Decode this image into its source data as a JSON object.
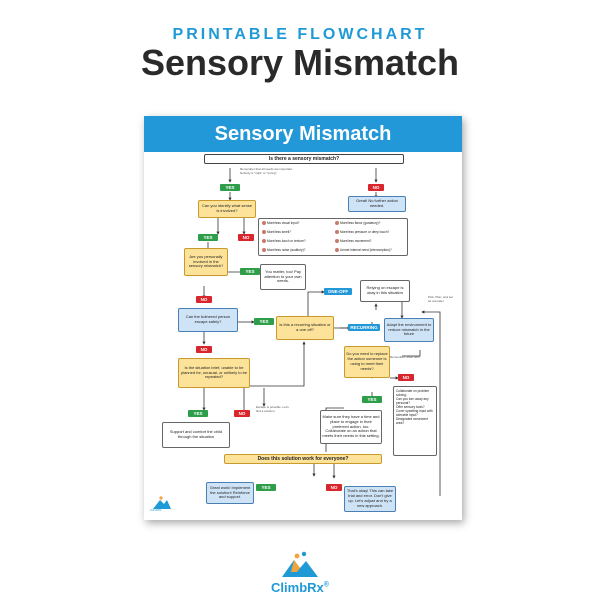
{
  "header": {
    "kicker": "PRINTABLE FLOWCHART",
    "title": "Sensory Mismatch"
  },
  "poster": {
    "banner_title": "Sensory Mismatch",
    "main_question": "Is there a sensory mismatch?",
    "remember_note": "Remember that all needs are important. Nobody is \"right\" or \"wrong\"",
    "no_mismatch_result": "Great! No further action needed.",
    "q_which_sense": "Can you identify what sense is involved?",
    "senses": [
      "More/less visual input?",
      "More/less smell?",
      "More/less touch or texture?",
      "More/less noise (auditory)?",
      "More/less flavor (gustatory)?",
      "More/less pressure or deep touch?",
      "More/less movement?",
      "Unmet internal need (interoception)?"
    ],
    "q_personally_involved": "Are you personally involved in the sensory mismatch?",
    "you_matter": "You matter, too! Pay attention to your own needs.",
    "q_escape_safely": "Can the bothered person escape safely?",
    "q_recurring": "Is this a recurring situation or a one off?",
    "one_off_note": "Relying on escape is okay in this situation",
    "adapt_environment": "Adapt the environment to reduce mismatch in the future",
    "q_situation_brief": "Is the situation brief, unable to be planned for, unusual, or unlikely to be repeated?",
    "escape_note": "Escape is possible. Let's find a solution.",
    "support_comfort": "Support and comfort the child through the situation",
    "q_replace_action": "Do you need to replace the action someone is using to meet their needs?",
    "q_collaborate_title": "Collaborate on problem solving:",
    "collaborate_options": [
      "Can you turn away any personal?",
      "Offer sensory tools?",
      "Cover upsetting input with tolerable input?",
      "Designated movement area?"
    ],
    "make_sure_time": "Make sure they have a time and place to engage in their preferred action, too. Collaborate on an action that meets their needs in this setting.",
    "q_work_for_everyone": "Does this solution work for everyone?",
    "great_work": "Great work! Implement the solution! Reinforce and support.",
    "thats_okay": "That's okay! This can take trial and error. Don't give up. Let's adjust and try a new approach.",
    "side_note": "Pick, Plan, and set as reminder",
    "small_note": "Remember: short term",
    "labels": {
      "yes": "YES",
      "no": "NO",
      "one_off": "ONE-OFF",
      "recurring": "RECURRING"
    },
    "logo_text": "ClimbRx"
  },
  "footer": {
    "brand": "ClimbRx",
    "reg_mark": "®"
  },
  "colors": {
    "accent_blue": "#1f9ad6",
    "banner_blue": "#2398d8",
    "box_blue": "#cfe3f7",
    "box_yellow": "#fde39a",
    "yes_green": "#2e9e4a",
    "no_red": "#d9262c",
    "logo_orange": "#f2a33a"
  }
}
